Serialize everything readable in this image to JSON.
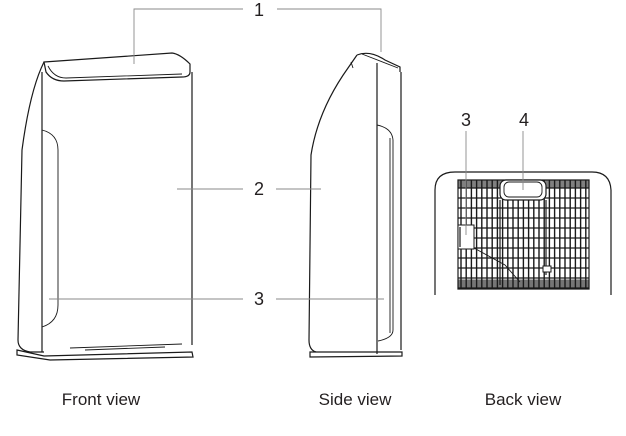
{
  "diagram": {
    "subject": "Air purifier",
    "callouts": [
      {
        "id": "1",
        "label": "1"
      },
      {
        "id": "2",
        "label": "2"
      },
      {
        "id": "3",
        "label": "3"
      },
      {
        "id": "3b",
        "label": "3"
      },
      {
        "id": "4",
        "label": "4"
      }
    ],
    "views": [
      {
        "name": "front",
        "label": "Front view"
      },
      {
        "name": "side",
        "label": "Side view"
      },
      {
        "name": "back",
        "label": "Back view"
      }
    ],
    "colors": {
      "line": "#1a1a1a",
      "leader": "#8a8a8a",
      "text": "#231f20",
      "background": "#ffffff"
    }
  }
}
